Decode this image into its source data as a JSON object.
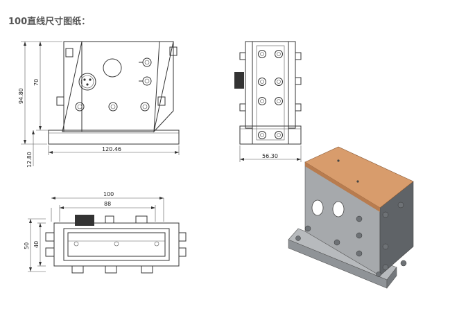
{
  "heading": "100直线尺寸图纸：",
  "dimensions": {
    "front_height_total": "94.80",
    "front_height_upper": "70",
    "front_base_height": "12.80",
    "front_width": "120.46",
    "side_width": "56.30",
    "top_width_outer": "100",
    "top_width_inner": "88",
    "top_height_outer": "50",
    "top_height_inner": "40"
  },
  "colors": {
    "line": "#333333",
    "part_gray": "#a9acaf",
    "part_dark": "#6d7175",
    "copper": "#d89c6c",
    "heading": "#555555"
  }
}
